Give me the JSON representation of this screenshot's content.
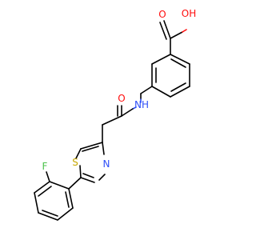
{
  "molecule": {
    "labels": {
      "hydroxyl": "OH",
      "acid_carbonyl_o": "O",
      "amide_o": "O",
      "amide_n": "NH",
      "thiazole_n": "N",
      "thiazole_s": "S",
      "fluorine": "F"
    },
    "colors": {
      "bond": "#000000",
      "oxygen": "#ff0d0d",
      "nitrogen": "#3050f8",
      "sulfur": "#c8a800",
      "fluorine": "#4bc24b"
    }
  }
}
